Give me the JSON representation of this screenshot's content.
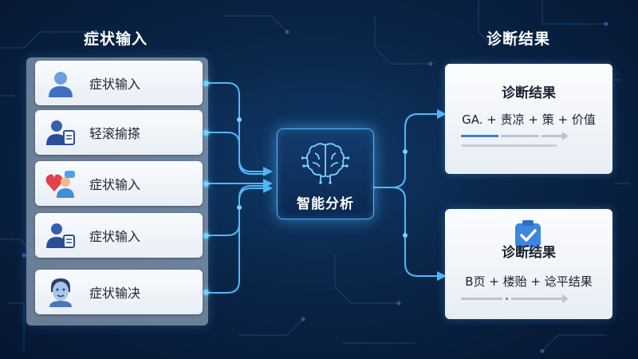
{
  "left_section": {
    "title": "症状输入"
  },
  "right_section": {
    "title": "诊断结果"
  },
  "inputs": [
    {
      "label": "症状输入",
      "icon": "person-icon"
    },
    {
      "label": "轻滚揄搽",
      "icon": "person-document-icon"
    },
    {
      "label": "症状输入",
      "icon": "heart-chat-icon"
    },
    {
      "label": "症状输入",
      "icon": "person-document-icon"
    },
    {
      "label": "症状输决",
      "icon": "face-icon"
    }
  ],
  "center": {
    "label": "智能分析",
    "icon": "brain-circuit-icon"
  },
  "results": [
    {
      "title": "诊断结果",
      "subtitle": "GA. + 责凉 + 策 + 价值"
    },
    {
      "title": "诊断结果",
      "subtitle": "B页 + 楼贻 + 谂平结果",
      "icon": "clipboard-check-icon"
    }
  ],
  "colors": {
    "accent": "#4fb8ff",
    "glow": "#6fd3ff",
    "background": "#0a2547"
  }
}
